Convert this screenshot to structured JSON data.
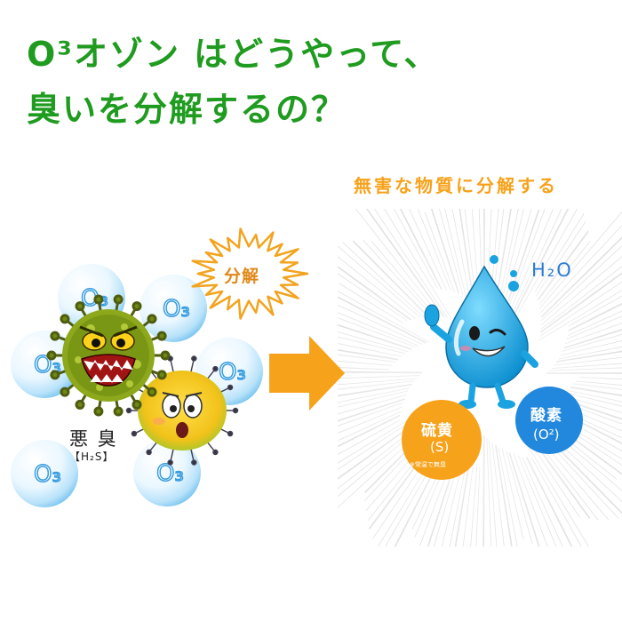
{
  "title": {
    "line1": "O³オゾン はどうやって、",
    "line2": "臭いを分解するの？"
  },
  "caption": "無害な物質に分解する",
  "ozone_label": "O₃",
  "burst_label": "分解",
  "odor": {
    "name": "悪 臭",
    "formula": "【H₂S】"
  },
  "water": {
    "formula": "H₂O"
  },
  "sulfur": {
    "name": "硫黄",
    "formula": "(S)",
    "note": "※常温で無臭"
  },
  "oxygen": {
    "name": "酸素",
    "formula": "(O²)"
  },
  "colors": {
    "title_green": "#1f9b1f",
    "caption_orange": "#f7a21b",
    "arrow_orange": "#f7a21b",
    "sulfur_circle": "#f7a21b",
    "oxygen_circle": "#2288dd",
    "drop_blue": "#1aa3e0",
    "bubble_blue": "#8fd0f5"
  },
  "icons": {
    "burst": "starburst-icon",
    "arrow": "right-arrow-icon",
    "germ": "germ-character-icon",
    "drop": "water-drop-character-icon"
  }
}
